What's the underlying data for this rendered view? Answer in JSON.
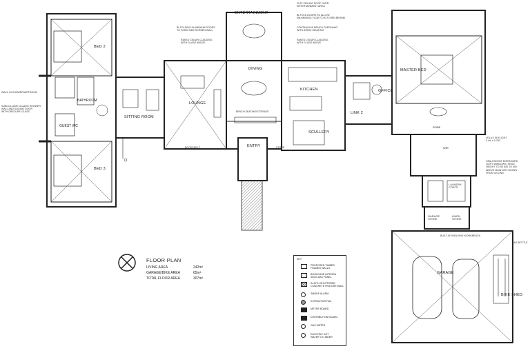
{
  "rooms": {
    "bed2": "BED 2",
    "bed3": "BED 3",
    "guest_wc": "GUEST WC",
    "bathroom": "BATHROOM",
    "sitting_room": "SITTING ROOM",
    "lounge": "LOUNGE",
    "dining": "DINING",
    "entertainment": "ENTERTAINMENT",
    "kitchen": "KITCHEN",
    "scullery": "SCULLERY",
    "entry": "ENTRY",
    "link2": "LINK 2",
    "office": "OFFICE",
    "master_bed": "MASTER BED",
    "laundry": "LAUNDRY\nCOATS",
    "garage_store": "GARAGE\nSTORE",
    "linen_store": "LINEN\nSTORE",
    "garage": "GARAGE",
    "bike_shed": "BIKE SHED",
    "robe": "ROBE",
    "wir": "WIR"
  },
  "notes": {
    "walk_in_shower": "WALK IN SHOWER/WETROOM",
    "glazed_shower": "SUBCOLLAGE GLAZED SHOWER\nWALL AND SLIDING DOOR\nWITH OBSCURE GLASS",
    "bifold_doors": "BI-FOLDING ALUMINIUM DOORS\nTO FORM SIDE SCREEN WALL",
    "raked_ceiling_left": "RAKED CEDAR CLADDING\nWITH GLASS ABOVE",
    "flat_ceiling": "FLAT CEILING ROOF OVER\nENTERTAINMENT AREA",
    "bifold_kitchen": "BI-FOLD DOORS TO ALLOW\nMAXIMISING FLOW TO KITCHEN BEHIND",
    "continuous_bench": "CONTINUOUS BENCH OVERHANG\nWITH BENCH SEATING",
    "raked_ceiling_right": "RAKED CEDAR CLADDING\nWITH GLASS ABOVE",
    "velux": "VELUX SKYLIGHT\n0.4m x 0.780",
    "obscure_light": "OPALESCENT BORROWED\nLIGHT WINDOWS, HEAD\nHEIGHT TO BE 600 TO 600\nABOVE MAIN WITH DOWN\nFROM CEILING",
    "gas_bottle": "GAS BOTTLE",
    "lounge_tag": "LOUNGE",
    "bookshelf": "BOOKSHELF",
    "store": "STORE",
    "entry_bench": "BENCH SEATING/STORAGE",
    "cabinet": "BUILT-IN SHELVING WORKBENCH"
  },
  "title_block": {
    "title": "FLOOR PLAN",
    "rows": [
      {
        "label": "LIVING AREA",
        "value": "242m²"
      },
      {
        "label": "GARAGE/BIKE AREA",
        "value": "65m²"
      },
      {
        "label": "TOTAL FLOOR AREA",
        "value": "307m²"
      }
    ]
  },
  "legend": {
    "header": "KEY",
    "items": [
      "PROPOSED TIMBER\nFRAMED WALLS",
      "BOOKCASE INTEGRA\n50mm AAC PANEL",
      "IN-SITU SHUTTERED\nCONCRETE FEATURE WALL",
      "SMOKE ALARM",
      "EXTRACTOR FAN",
      "METER BOARD",
      "DISTRIBUTION BOARD",
      "GAS METER",
      "ELECTRIC HOT\nWATER CYLINDER"
    ]
  },
  "colors": {
    "line": "#222222",
    "hatch": "#555555",
    "paper": "#ffffff"
  }
}
